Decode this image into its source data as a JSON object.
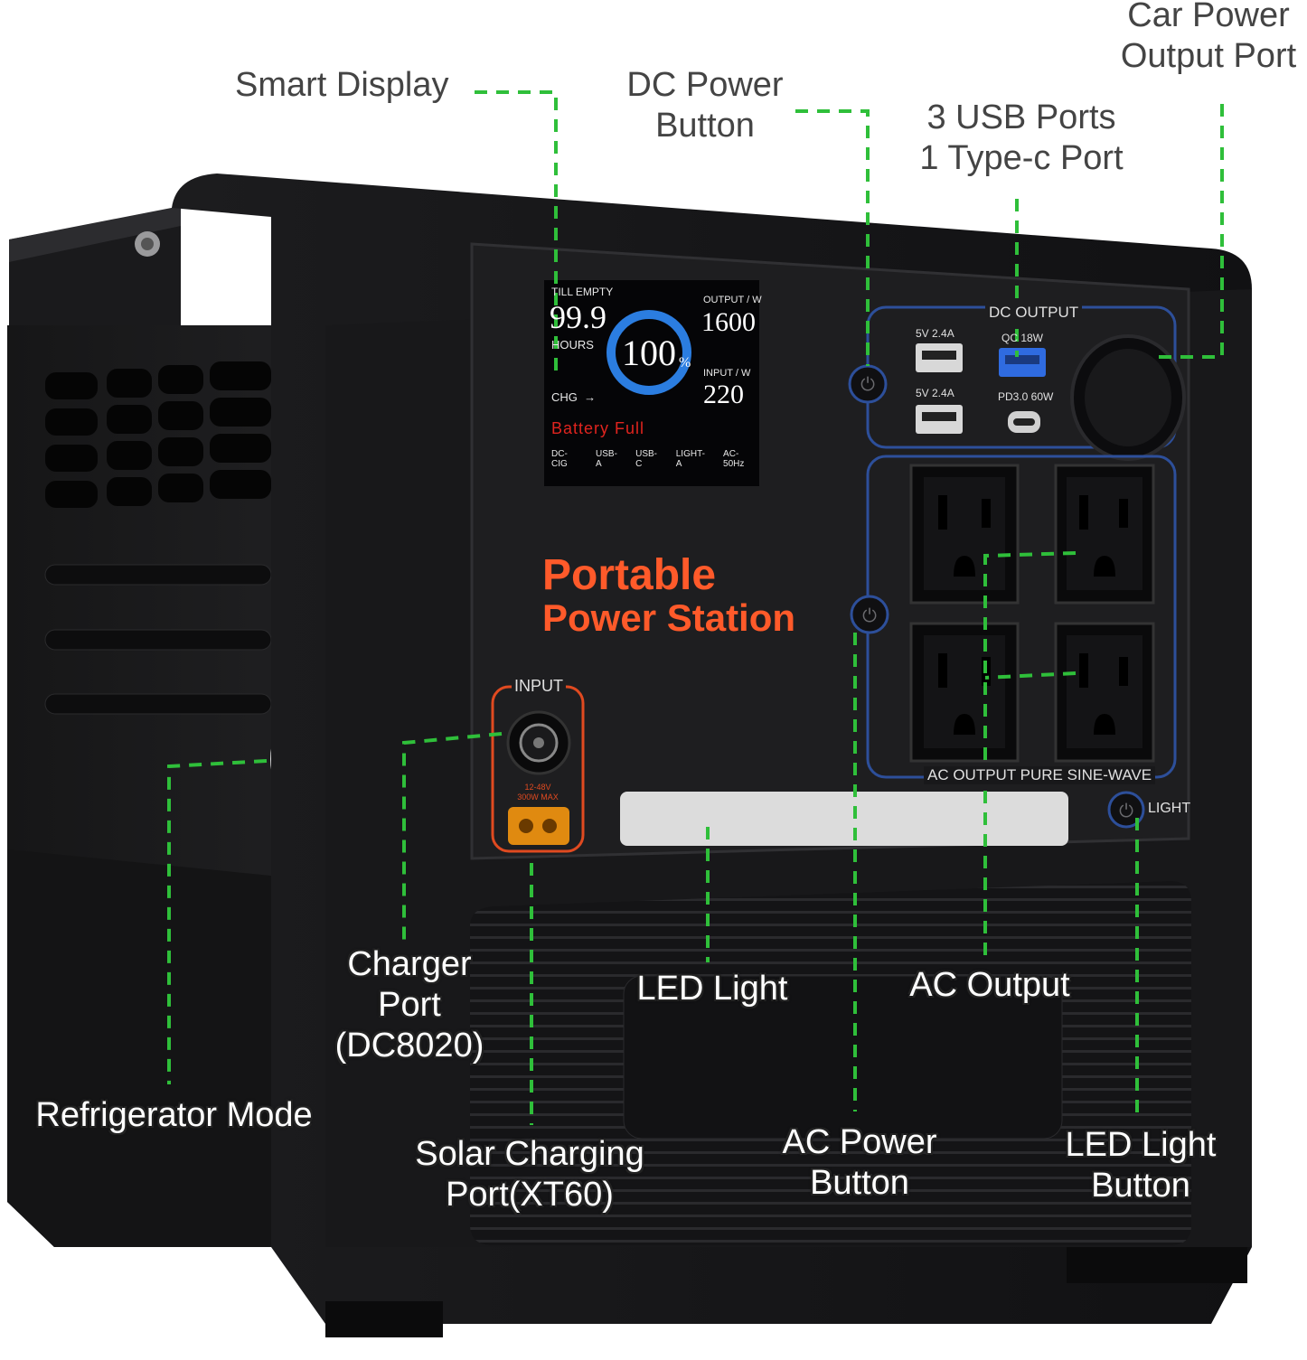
{
  "device": {
    "brand_text_line1": "Portable",
    "brand_text_line2": "Power Station",
    "accent_color": "#ff5a2a",
    "callout_line_color": "#2fbf3a"
  },
  "display": {
    "till_empty": "TILL  EMPTY",
    "till_value": "99.9",
    "hours_label": "HOURS",
    "battery_percent": "100",
    "percent_sign": "%",
    "output_label": "OUTPUT / W",
    "output_value": "1600",
    "input_label": "INPUT / W",
    "input_value": "220",
    "chg_label": "CHG",
    "status_text": "Battery  Full",
    "indicators": [
      "DC-CIG",
      "USB-A",
      "USB-C",
      "LIGHT-A",
      "AC-50Hz"
    ]
  },
  "panel_labels": {
    "dc_output": "DC  OUTPUT",
    "usb_a_top": "5V  2.4A",
    "usb_a_bottom": "5V  2.4A",
    "qc_label": "QC 18W",
    "pd_label": "PD3.0  60W",
    "ac_output": "AC  OUTPUT  PURE  SINE-WAVE",
    "light_label": "LIGHT",
    "input_label": "INPUT",
    "input_spec_line1": "12-48V",
    "input_spec_line2": "300W  MAX"
  },
  "callouts": {
    "smart_display": "Smart Display",
    "dc_power_button_1": "DC Power",
    "dc_power_button_2": "Button",
    "usb_ports_1": "3 USB Ports",
    "usb_ports_2": "1 Type-c Port",
    "car_power_1": "Car Power",
    "car_power_2": "Output Port",
    "charger_port_1": "Charger",
    "charger_port_2": "Port",
    "charger_port_3": "(DC8020)",
    "led_light": "LED Light",
    "ac_output": "AC Output",
    "refrigerator_mode": "Refrigerator Mode",
    "solar_port_1": "Solar Charging",
    "solar_port_2": "Port(XT60)",
    "ac_power_button_1": "AC Power",
    "ac_power_button_2": "Button",
    "led_light_button_1": "LED Light",
    "led_light_button_2": "Button"
  }
}
